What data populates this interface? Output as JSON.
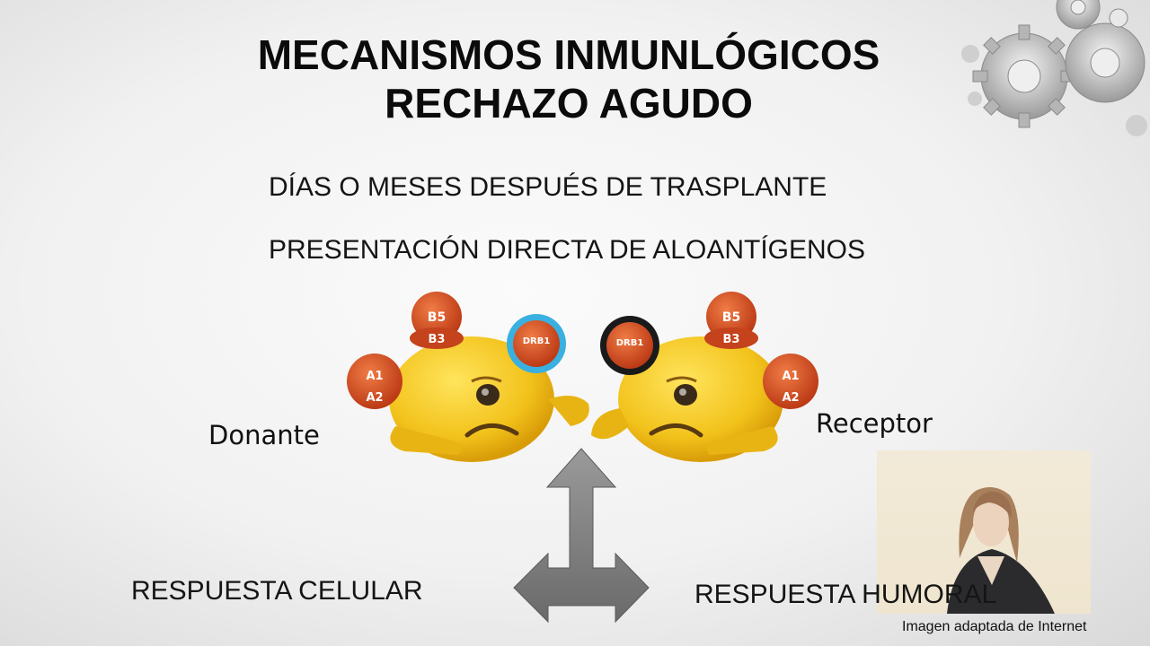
{
  "slide": {
    "title_line1": "MECANISMOS INMUNLÓGICOS",
    "title_line2": "RECHAZO AGUDO",
    "subtitle_timing": "DÍAS O MESES DESPUÉS DE TRASPLANTE",
    "subtitle_presentation": "PRESENTACIÓN DIRECTA DE ALOANTÍGENOS",
    "label_donor": "Donante",
    "label_recipient": "Receptor",
    "response_cellular": "RESPUESTA CELULAR",
    "response_humoral": "RESPUESTA HUMORAL",
    "image_credit": "Imagen adaptada de Internet"
  },
  "illustration": {
    "donor_badges": {
      "top1": "B5",
      "top2": "B3",
      "side1": "A1",
      "side2": "A2",
      "class2": "DRB1"
    },
    "recipient_badges": {
      "top1": "B5",
      "top2": "B3",
      "side1": "A1",
      "side2": "A2",
      "class2": "DRB1"
    },
    "colors": {
      "face": "#f2c21b",
      "badge": "#c8441c",
      "donor_ring": "#39b0e0",
      "recipient_ring": "#1a1a1a",
      "arrow": "#7f7f7f"
    }
  }
}
